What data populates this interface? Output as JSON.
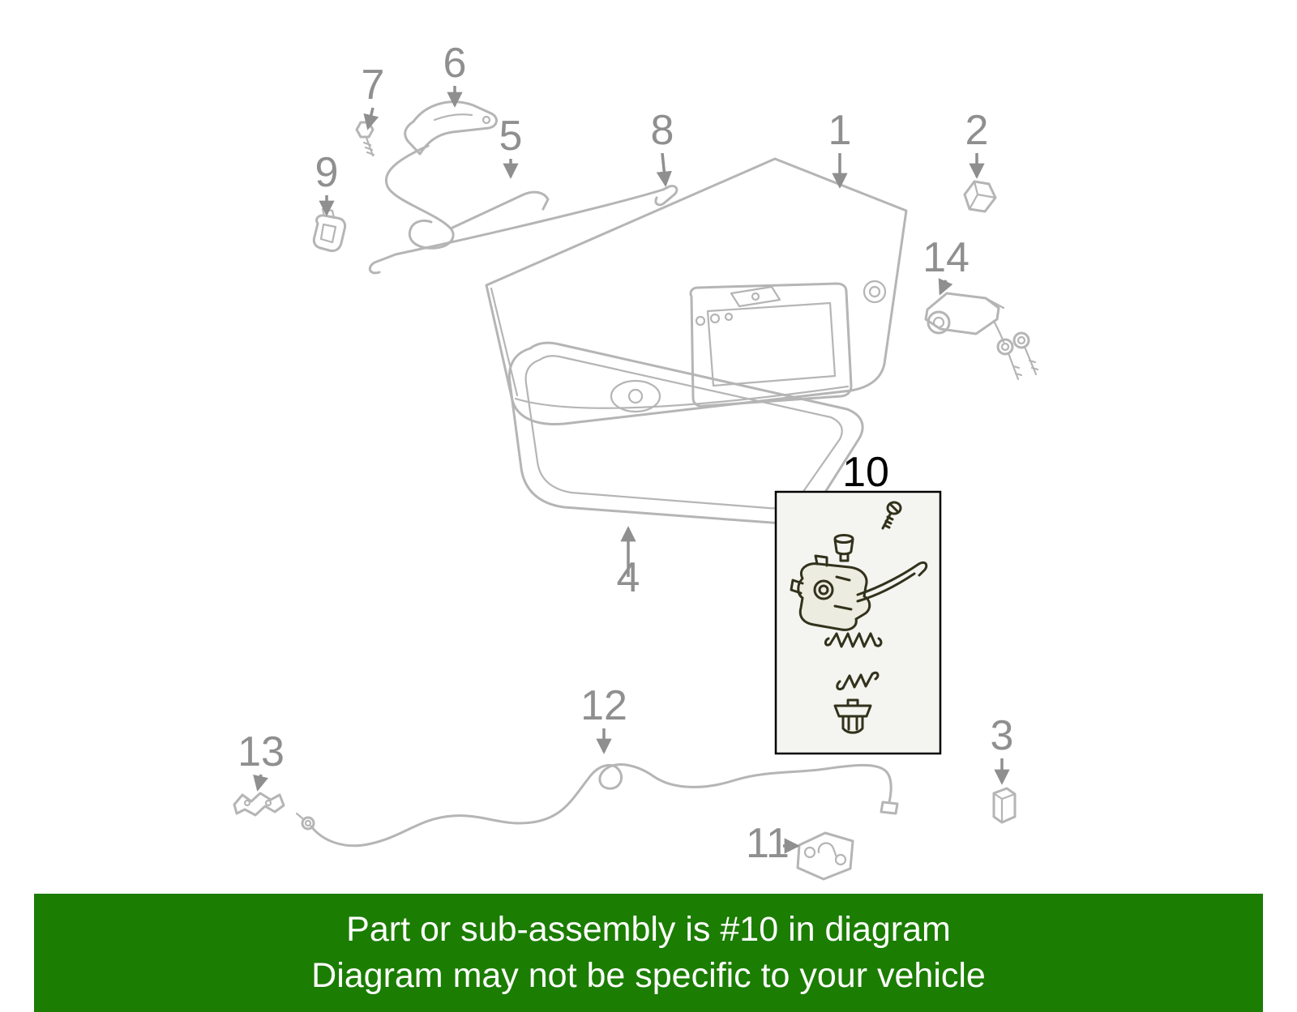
{
  "banner": {
    "line1": "Part or sub-assembly is #10 in diagram",
    "line2": "Diagram may not be specific to your vehicle",
    "bg_color": "#1b7d01",
    "text_color": "#ffffff"
  },
  "diagram": {
    "highlighted_part": "10",
    "part_labels": {
      "p1": "1",
      "p2": "2",
      "p3": "3",
      "p4": "4",
      "p5": "5",
      "p6": "6",
      "p7": "7",
      "p8": "8",
      "p9": "9",
      "p10": "10",
      "p11": "11",
      "p12": "12",
      "p13": "13",
      "p14": "14"
    },
    "colors": {
      "line": "#b5b5b5",
      "label": "#8f8f8f",
      "highlight_line": "#32321c",
      "highlight_label": "#000000",
      "highlight_box_bg": "#f4f4f0",
      "highlight_box_border": "#000000"
    }
  }
}
